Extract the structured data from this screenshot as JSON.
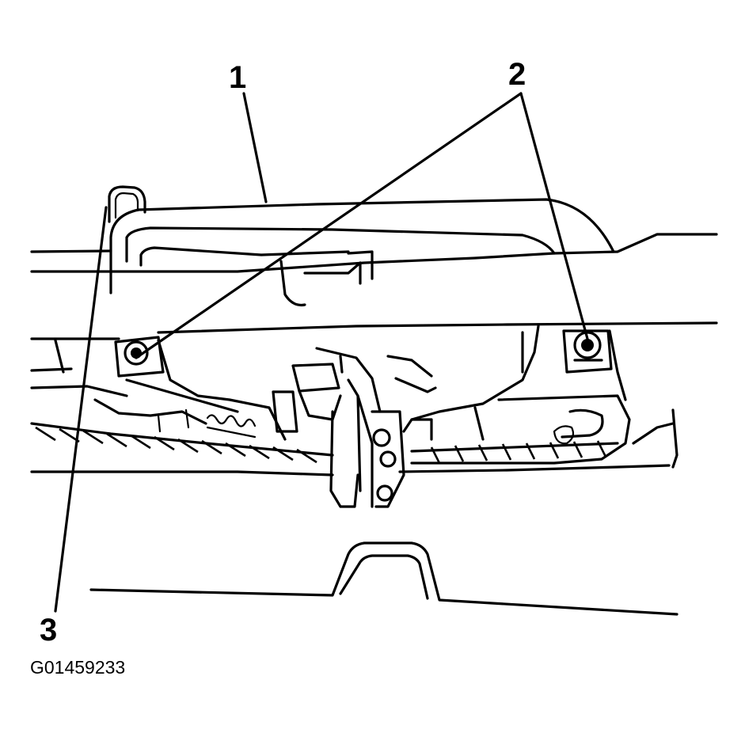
{
  "callouts": [
    {
      "label": "1"
    },
    {
      "label": "2"
    },
    {
      "label": "3"
    }
  ],
  "figure_id": "G01459233"
}
